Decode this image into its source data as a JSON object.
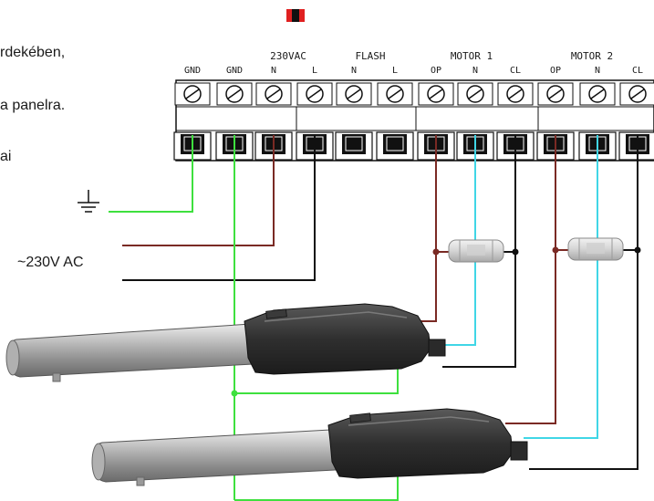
{
  "text": {
    "line1": "rdekében,",
    "line2": "a panelra.",
    "line3": "ai"
  },
  "inputs": {
    "ac_label": "~230V AC"
  },
  "terminal": {
    "groups": [
      "230VAC",
      "FLASH",
      "MOTOR 1",
      "MOTOR 2"
    ],
    "labels": [
      "GND",
      "GND",
      "N",
      "L",
      "N",
      "L",
      "OP",
      "N",
      "CL",
      "OP",
      "N",
      "CL"
    ]
  },
  "colors": {
    "ground": "#3ee03e",
    "neutral": "#7a2a24",
    "live": "#111111",
    "motor_n": "#40d6e6",
    "indicator": "#e02020"
  },
  "icons": [
    "ground-symbol-icon",
    "capacitor-icon",
    "actuator-icon"
  ]
}
